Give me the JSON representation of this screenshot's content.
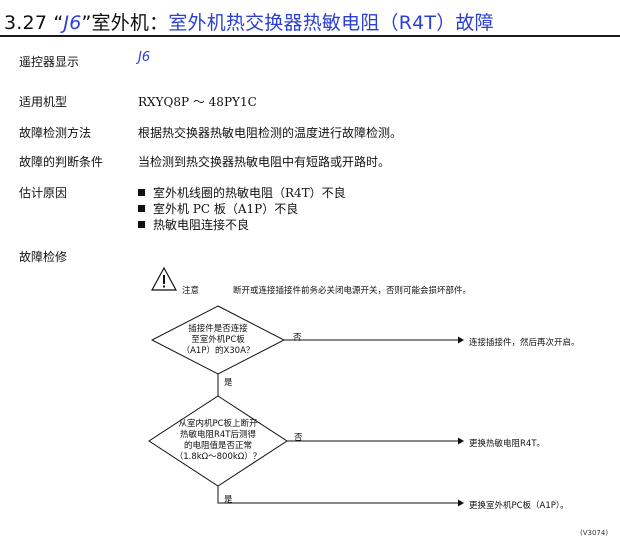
{
  "title": {
    "prefix": "3.27 “",
    "code": "J6",
    "middle": "”室外机：",
    "subtitle": "室外机热交换器热敏电阻（R4T）故障"
  },
  "rows": [
    {
      "label": "遥控器显示",
      "value": "J6",
      "style": "code"
    },
    {
      "label": "适用机型",
      "value": "RXYQ8P ～ 48PY1C"
    },
    {
      "label": "故障检测方法",
      "value": "根据热交换器热敏电阻检测的温度进行故障检测。"
    },
    {
      "label": "故障的判断条件",
      "value": "当检测到热交换器热敏电阻中有短路或开路时。"
    },
    {
      "label": "估计原因",
      "value": ""
    }
  ],
  "causes": [
    "室外机线圈的热敏电阻（R4T）不良",
    "室外机 PC 板（A1P）不良",
    "热敏电阻连接不良"
  ],
  "troubleshoot_label": "故障检修",
  "caution": {
    "label": "注意",
    "text": "断开或连接插接件前务必关闭电源开关，否则可能会损坏部件。"
  },
  "flow": {
    "q1": [
      "插接件是否连接",
      "至室外机PC板",
      "（A1P）的X30A？"
    ],
    "q1_no": "否",
    "q1_yes": "是",
    "a1": "连接插接件，然后再次开启。",
    "q2": [
      "从室内机PC板上断开",
      "热敏电阻R4T后测得",
      "的电阻值是否正常",
      "（1.8kΩ～800kΩ）？"
    ],
    "q2_no": "否",
    "q2_yes": "是",
    "a2": "更换热敏电阻R4T。",
    "a3": "更换室外机PC板（A1P）。"
  },
  "footer_code": "(V3074)"
}
